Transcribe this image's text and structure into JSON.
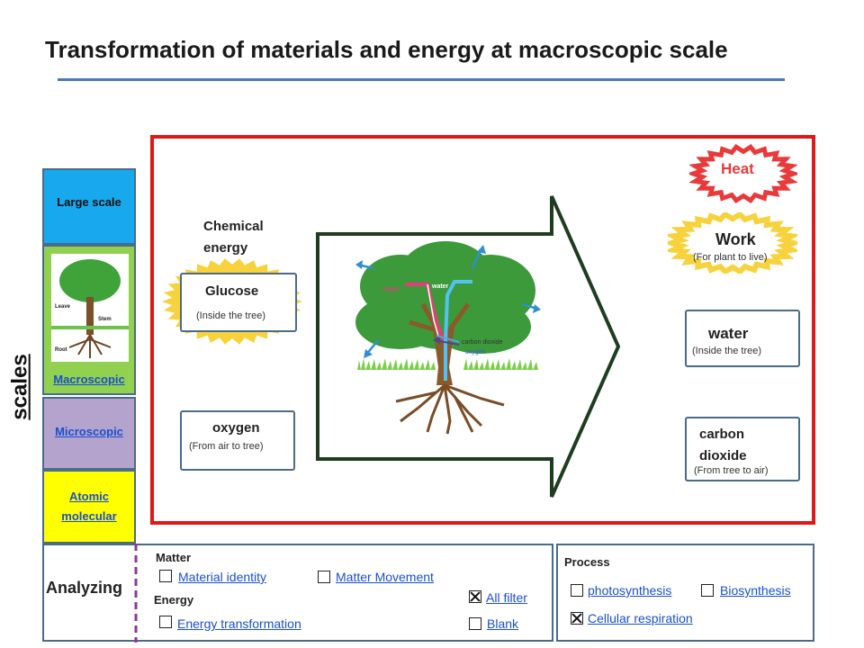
{
  "title": "Transformation of materials and energy at macroscopic scale",
  "scales": {
    "label": "scales",
    "large": "Large scale",
    "macro": "Macroscopic",
    "micro": "Microscopic",
    "atomic": "Atomic molecular",
    "analyzing": "Analyzing"
  },
  "tree_labels": {
    "leaf": "Leave",
    "stem": "Stem",
    "root": "Root",
    "sugar": "sugar",
    "water": "water",
    "co2": "carbon dioxide",
    "oxygen": "oxygen"
  },
  "inputs": {
    "chemical_energy": "Chemical energy",
    "glucose": "Glucose",
    "glucose_sub": "(Inside the tree)",
    "oxygen": "oxygen",
    "oxygen_sub": "(From air to tree)"
  },
  "outputs": {
    "heat": "Heat",
    "work": "Work",
    "work_sub": "(For plant to live)",
    "water": "water",
    "water_sub": "(Inside the tree)",
    "co2": "carbon dioxide",
    "co2_sub": "(From tree to air)"
  },
  "analyzing": {
    "matter_header": "Matter",
    "energy_header": "Energy",
    "material_identity": "Material identity",
    "matter_movement": "Matter Movement",
    "energy_transformation": "Energy transformation",
    "all_filter": "All filter",
    "blank": "Blank",
    "checked": [
      "all_filter"
    ]
  },
  "process": {
    "header": "Process",
    "photosynthesis": "photosynthesis",
    "biosynthesis": "Biosynthesis",
    "cellular_respiration": "Cellular respiration",
    "checked": [
      "cellular_respiration"
    ]
  },
  "colors": {
    "frame_red": "#e01818",
    "arrow_green": "#1e3d1e",
    "large_blue": "#18a8ee",
    "macro_green": "#92d050",
    "micro_purple": "#b4a3cc",
    "atomic_yellow": "#ffff00",
    "link_blue": "#1a4fd0",
    "burst_yellow": "#f7d23c",
    "heat_red": "#e83a3a"
  }
}
